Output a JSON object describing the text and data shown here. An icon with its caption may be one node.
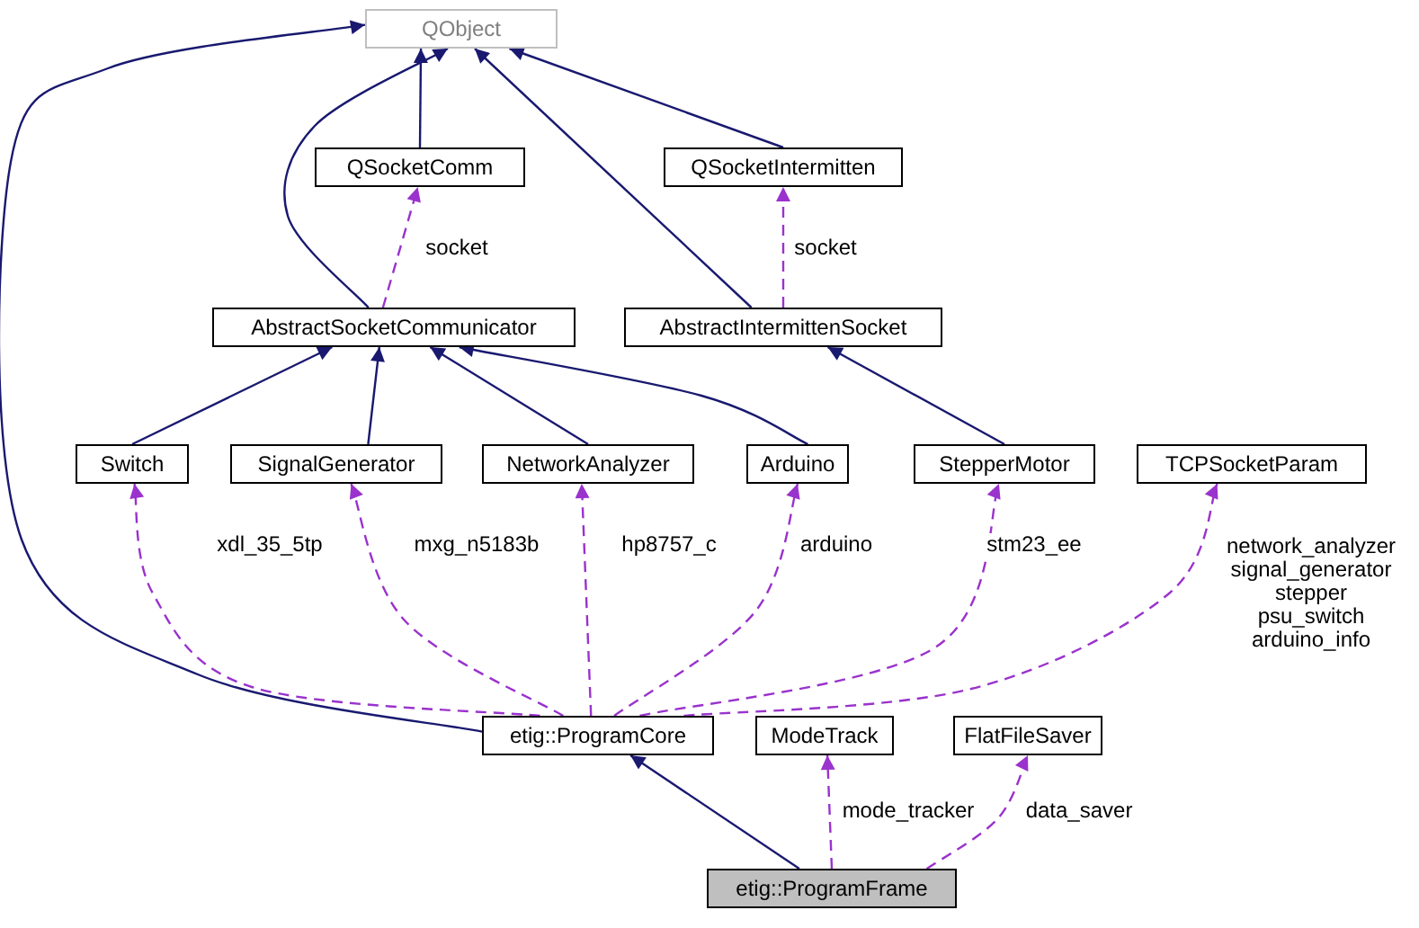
{
  "diagram": {
    "nodes": [
      {
        "text": [
          "QObject"
        ]
      },
      {
        "text": [
          "QSocketComm"
        ]
      },
      {
        "text": [
          "QSocketIntermitten"
        ]
      },
      {
        "text": [
          "AbstractSocketCommunicator"
        ]
      },
      {
        "text": [
          "AbstractIntermittenSocket"
        ]
      },
      {
        "text": [
          "Switch"
        ]
      },
      {
        "text": [
          "SignalGenerator"
        ]
      },
      {
        "text": [
          "NetworkAnalyzer"
        ]
      },
      {
        "text": [
          "Arduino"
        ]
      },
      {
        "text": [
          "StepperMotor"
        ]
      },
      {
        "text": [
          "TCPSocketParam"
        ]
      },
      {
        "text": [
          "etig::ProgramCore"
        ]
      },
      {
        "text": [
          "ModeTrack"
        ]
      },
      {
        "text": [
          "FlatFileSaver"
        ]
      },
      {
        "text": [
          "etig::ProgramFrame"
        ]
      }
    ],
    "edges": [
      {
        "from": 1,
        "to": 0,
        "arrow": "to"
      },
      {
        "from": 2,
        "to": 0,
        "arrow": "to"
      },
      {
        "from": 3,
        "to": 0,
        "arrow": "to"
      },
      {
        "from": 4,
        "to": 0,
        "arrow": "to"
      },
      {
        "from": 11,
        "to": 0,
        "arrow": "to"
      },
      {
        "from": 5,
        "to": 3,
        "arrow": "to"
      },
      {
        "from": 6,
        "to": 3,
        "arrow": "to"
      },
      {
        "from": 7,
        "to": 3,
        "arrow": "to"
      },
      {
        "from": 8,
        "to": 3,
        "arrow": "to"
      },
      {
        "from": 9,
        "to": 4,
        "arrow": "to"
      },
      {
        "from": 14,
        "to": 11,
        "arrow": "to"
      },
      {
        "from": 3,
        "to": 1,
        "arrow": "to",
        "label": "socket",
        "style": "dashed",
        "color": "#9a32cd"
      },
      {
        "from": 4,
        "to": 2,
        "arrow": "to",
        "label": "socket",
        "style": "dashed",
        "color": "#9a32cd"
      },
      {
        "from": 11,
        "to": 5,
        "arrow": "to",
        "label": "xdl_35_5tp",
        "style": "dashed",
        "color": "#9a32cd"
      },
      {
        "from": 11,
        "to": 6,
        "arrow": "to",
        "label": "mxg_n5183b",
        "style": "dashed",
        "color": "#9a32cd"
      },
      {
        "from": 11,
        "to": 7,
        "arrow": "to",
        "label": "hp8757_c",
        "style": "dashed",
        "color": "#9a32cd"
      },
      {
        "from": 11,
        "to": 8,
        "arrow": "to",
        "label": "arduino",
        "style": "dashed",
        "color": "#9a32cd"
      },
      {
        "from": 11,
        "to": 9,
        "arrow": "to",
        "label": "stm23_ee",
        "style": "dashed",
        "color": "#9a32cd"
      },
      {
        "from": 11,
        "to": 10,
        "arrow": "to",
        "label": "network_analyzer signal_generator stepper psu_switch arduino_info",
        "style": "dashed",
        "color": "#9a32cd"
      },
      {
        "from": 14,
        "to": 12,
        "arrow": "to",
        "label": "mode_tracker",
        "style": "dashed",
        "color": "#9a32cd"
      },
      {
        "from": 14,
        "to": 13,
        "arrow": "to",
        "label": "data_saver",
        "style": "dashed",
        "color": "#9a32cd"
      }
    ]
  }
}
